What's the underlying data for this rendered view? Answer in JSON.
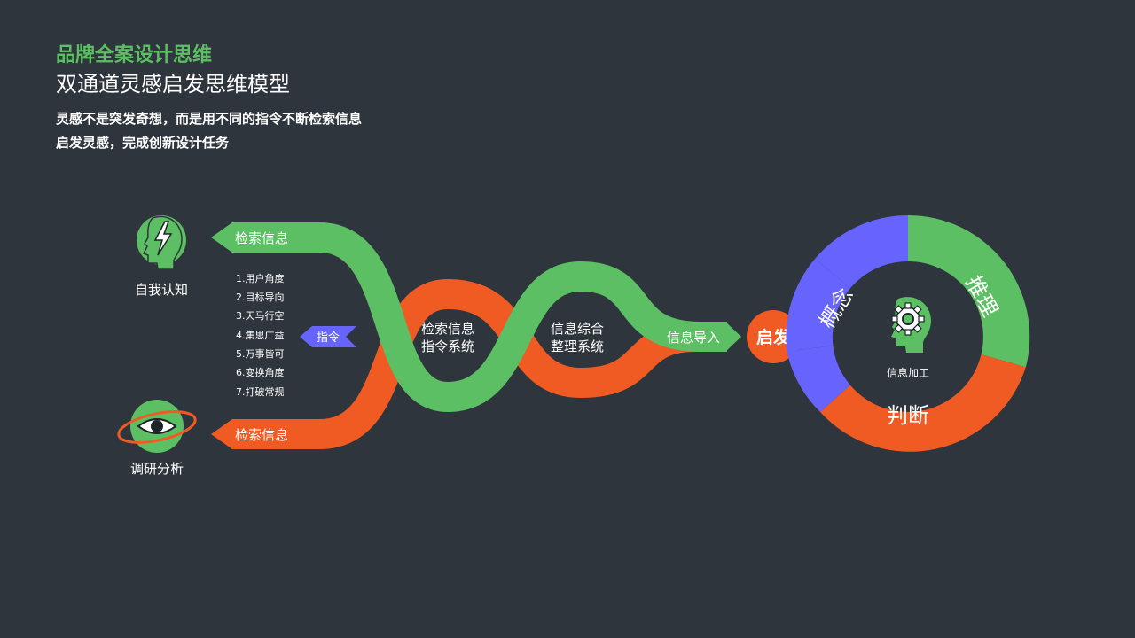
{
  "header": {
    "brand_title": "品牌全案设计思维",
    "model_title": "双通道灵感启发思维模型",
    "intro_line1": "灵感不是突发奇想，而是用不同的指令不断检索信息",
    "intro_line2": "启发灵感，完成创新设计任务"
  },
  "left": {
    "self_cognition": "自我认知",
    "research_analysis": "调研分析",
    "arrow_top": "检索信息",
    "arrow_bottom": "检索信息",
    "instruction": "指令",
    "instruction_items": [
      "1.用户角度",
      "2.目标导向",
      "3.天马行空",
      "4.集思广益",
      "5.万事皆可",
      "6.变换角度",
      "7.打破常规"
    ]
  },
  "center": {
    "loop1_line1": "检索信息",
    "loop1_line2": "指令系统",
    "loop2_line1": "信息综合",
    "loop2_line2": "整理系统",
    "info_import": "信息导入",
    "inspire": "启发"
  },
  "ring": {
    "concept": "概念",
    "reasoning": "推理",
    "judgement": "判断",
    "center_label": "信息加工"
  },
  "colors": {
    "background": "#2e353c",
    "green": "#5cbf63",
    "orange": "#f05a23",
    "purple": "#6763fd",
    "white": "#ffffff"
  },
  "icons": {
    "self_cognition_icon": "head-lightning-icon",
    "research_icon": "eye-orbit-icon",
    "ring_center_icon": "head-gear-icon"
  }
}
